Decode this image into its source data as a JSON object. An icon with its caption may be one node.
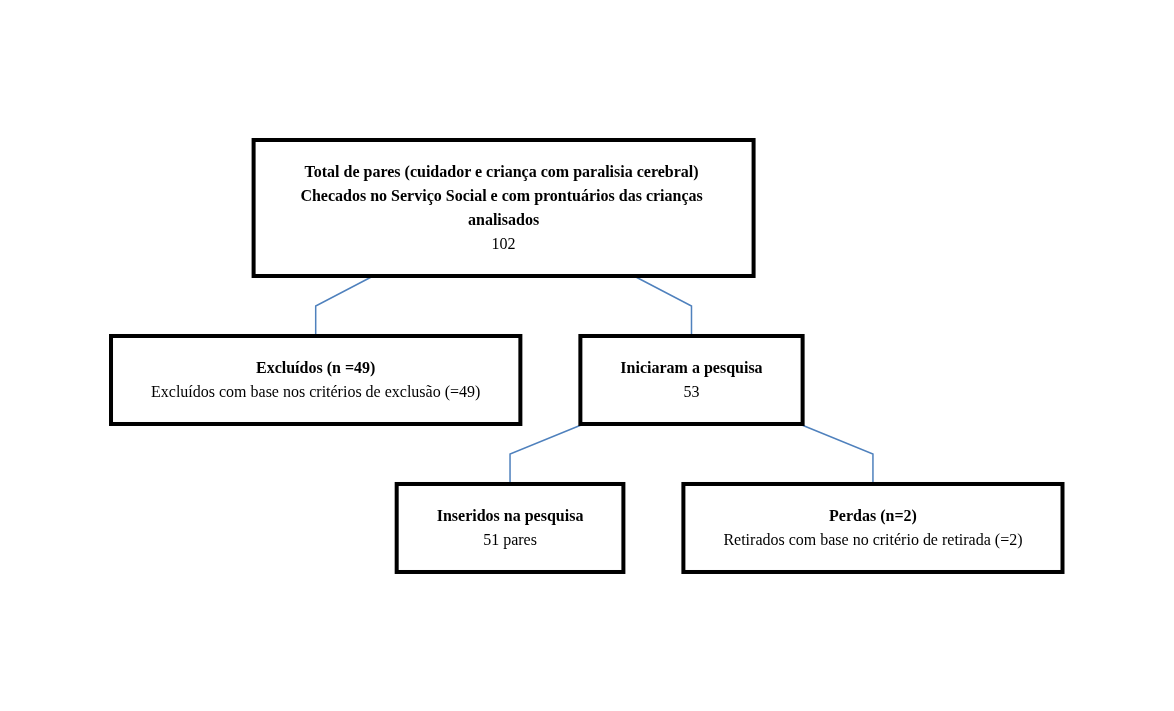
{
  "diagram": {
    "nodes": [
      {
        "text": [
          "Total de pares (cuidador e criança com paralisia cerebral) Checados no Serviço Social e com prontuários das crianças analisados",
          "102"
        ]
      },
      {
        "text": [
          "Excluídos (n =49)",
          "Excluídos com base nos critérios de exclusão (=49)"
        ]
      },
      {
        "text": [
          "Iniciaram a pesquisa",
          "53"
        ]
      },
      {
        "text": [
          "Perdas (n=2)",
          "Retirados com base no critério de retirada (=2)"
        ]
      },
      {
        "text": [
          "Inseridos na pesquisa",
          "51 pares"
        ]
      }
    ],
    "edges": [
      {
        "from": 0,
        "to": 2,
        "arrow": "none"
      },
      {
        "from": 0,
        "to": 1,
        "arrow": "none"
      },
      {
        "from": 2,
        "to": 4,
        "arrow": "none"
      },
      {
        "from": 2,
        "to": 3,
        "arrow": "none"
      }
    ]
  }
}
